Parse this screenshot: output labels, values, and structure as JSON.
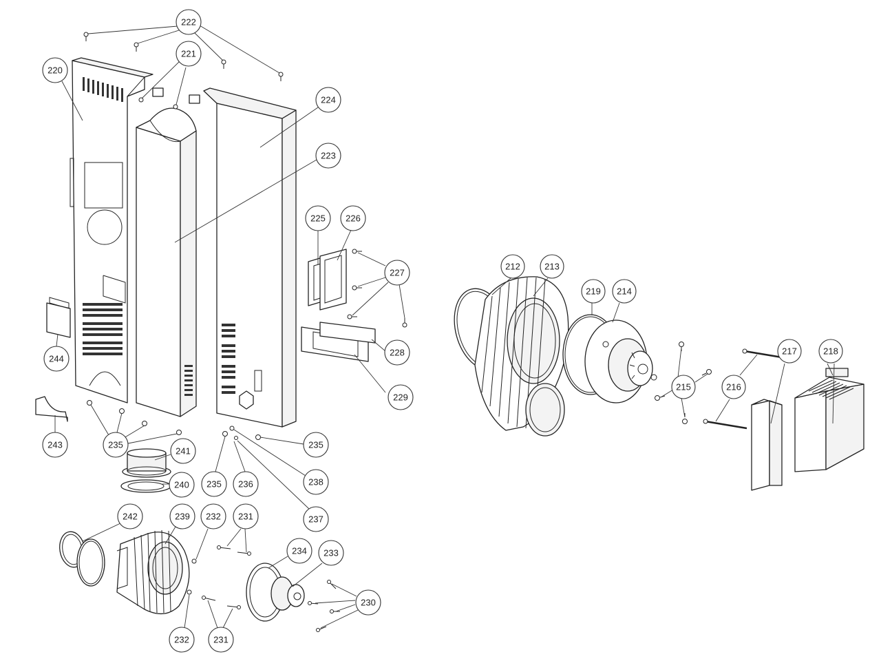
{
  "callouts": [
    {
      "id": "c212",
      "label": "212"
    },
    {
      "id": "c213",
      "label": "213"
    },
    {
      "id": "c214",
      "label": "214"
    },
    {
      "id": "c215",
      "label": "215"
    },
    {
      "id": "c216",
      "label": "216"
    },
    {
      "id": "c217",
      "label": "217"
    },
    {
      "id": "c218",
      "label": "218"
    },
    {
      "id": "c219",
      "label": "219"
    },
    {
      "id": "c220",
      "label": "220"
    },
    {
      "id": "c221",
      "label": "221"
    },
    {
      "id": "c222",
      "label": "222"
    },
    {
      "id": "c223",
      "label": "223"
    },
    {
      "id": "c224",
      "label": "224"
    },
    {
      "id": "c225",
      "label": "225"
    },
    {
      "id": "c226",
      "label": "226"
    },
    {
      "id": "c227",
      "label": "227"
    },
    {
      "id": "c228",
      "label": "228"
    },
    {
      "id": "c229",
      "label": "229"
    },
    {
      "id": "c230",
      "label": "230"
    },
    {
      "id": "c231a",
      "label": "231"
    },
    {
      "id": "c231b",
      "label": "231"
    },
    {
      "id": "c232a",
      "label": "232"
    },
    {
      "id": "c232b",
      "label": "232"
    },
    {
      "id": "c233",
      "label": "233"
    },
    {
      "id": "c234",
      "label": "234"
    },
    {
      "id": "c235a",
      "label": "235"
    },
    {
      "id": "c235b",
      "label": "235"
    },
    {
      "id": "c235c",
      "label": "235"
    },
    {
      "id": "c236",
      "label": "236"
    },
    {
      "id": "c237",
      "label": "237"
    },
    {
      "id": "c238",
      "label": "238"
    },
    {
      "id": "c239",
      "label": "239"
    },
    {
      "id": "c240",
      "label": "240"
    },
    {
      "id": "c241",
      "label": "241"
    },
    {
      "id": "c242",
      "label": "242"
    },
    {
      "id": "c243",
      "label": "243"
    },
    {
      "id": "c244",
      "label": "244"
    }
  ]
}
